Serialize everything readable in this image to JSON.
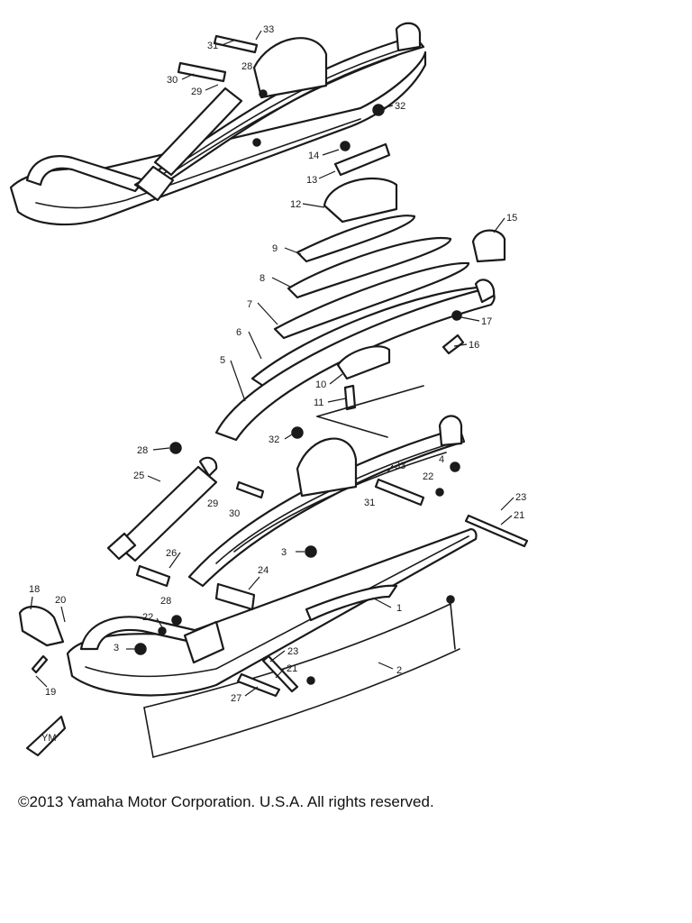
{
  "copyright": "©2013 Yamaha Motor Corporation. U.S.A. All rights reserved.",
  "mark_label": "YM",
  "callouts": [
    "33",
    "31",
    "28",
    "30",
    "29",
    "32",
    "14",
    "13",
    "12",
    "15",
    "9",
    "8",
    "7",
    "17",
    "6",
    "16",
    "5",
    "10",
    "11",
    "28",
    "32",
    "33",
    "4",
    "22",
    "25",
    "29",
    "23",
    "31",
    "21",
    "30",
    "26",
    "3",
    "24",
    "18",
    "20",
    "28",
    "1",
    "22",
    "3",
    "23",
    "21",
    "19",
    "27",
    "2"
  ]
}
